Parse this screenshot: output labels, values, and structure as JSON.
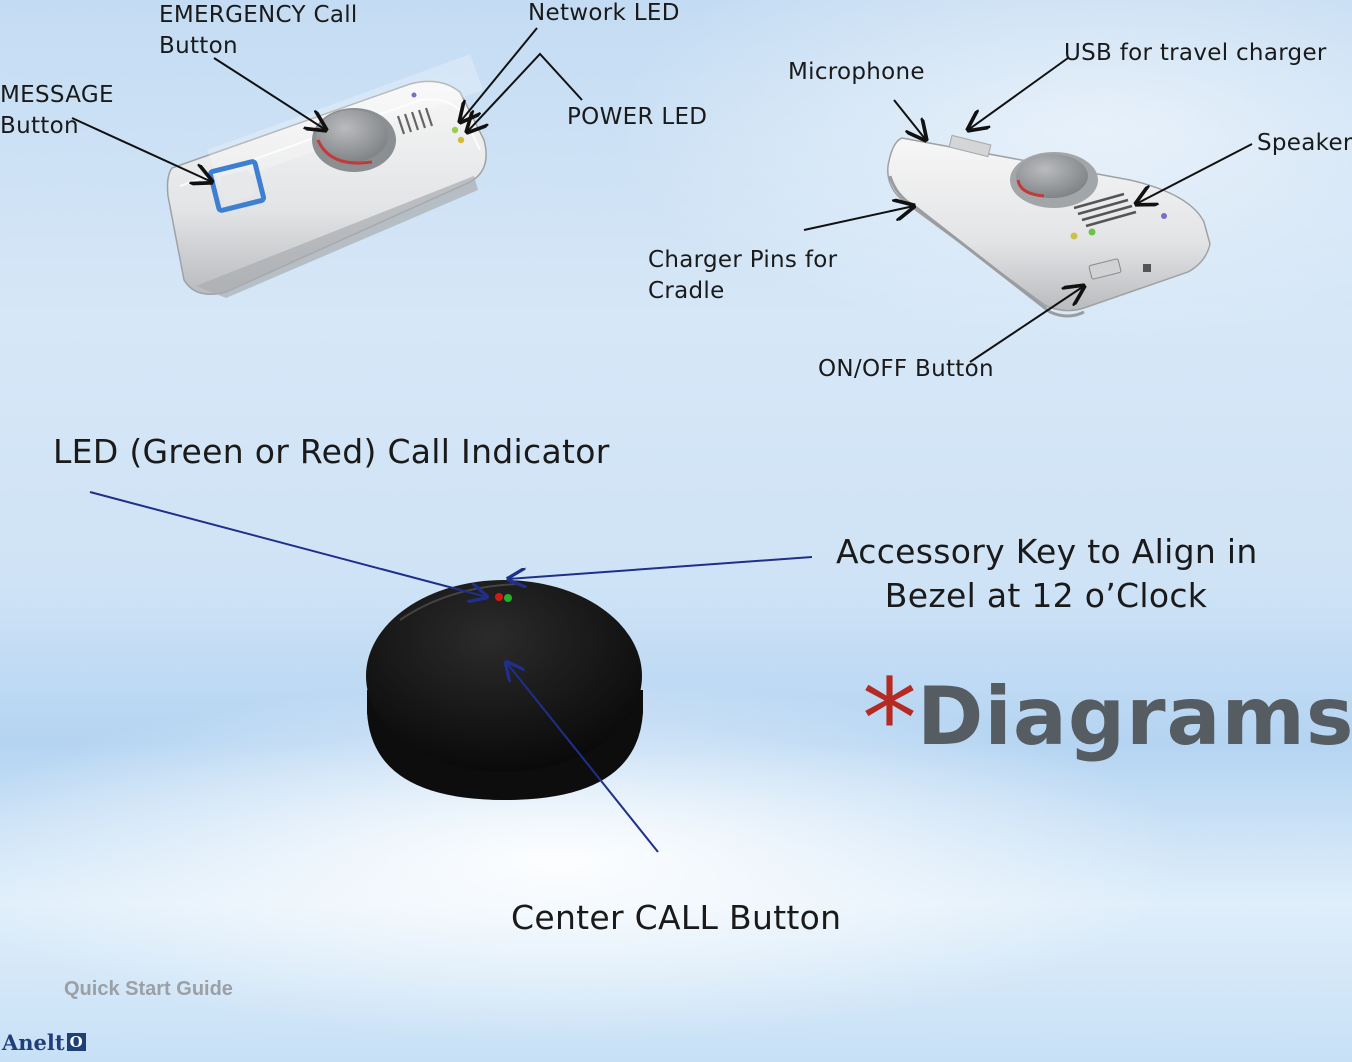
{
  "labels": {
    "emergency_call_button": [
      "EMERGENCY Call",
      "Button"
    ],
    "network_led": "Network LED",
    "message_button": [
      "MESSAGE",
      "Button"
    ],
    "power_led": "POWER LED",
    "microphone": "Microphone",
    "usb_travel_charger": "USB for travel charger",
    "speaker": "Speaker",
    "charger_pins": [
      "Charger Pins for",
      "Cradle"
    ],
    "on_off_button": "ON/OFF Button",
    "led_call_indicator": "LED (Green or Red) Call Indicator",
    "accessory_key": [
      "Accessory Key to Align in",
      "Bezel at 12 o’Clock"
    ],
    "center_call_button": "Center CALL Button"
  },
  "title": {
    "symbol": "*",
    "text": "Diagrams"
  },
  "footer": {
    "guide": "Quick Start Guide",
    "logo_text": "Anelt",
    "logo_mark": "O"
  },
  "colors": {
    "accent_star": "#b52a22",
    "title_text": "#555c62",
    "logo": "#1f3f7a",
    "pointer_navy": "#1f2f8a"
  }
}
